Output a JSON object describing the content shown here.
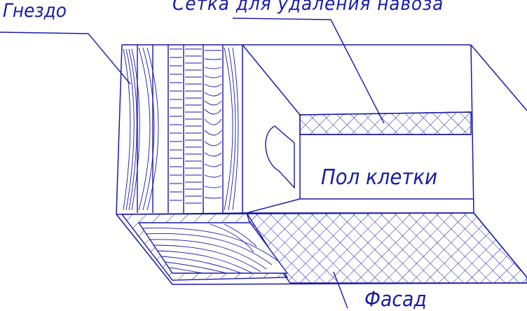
{
  "labels": {
    "nest": "Гнездо",
    "mesh": "Сетка для удаления навоза",
    "floor": "Пол клетки",
    "facade": "Фасад"
  },
  "colors": {
    "ink": "#1a1aa6",
    "background": "#ffffff"
  }
}
